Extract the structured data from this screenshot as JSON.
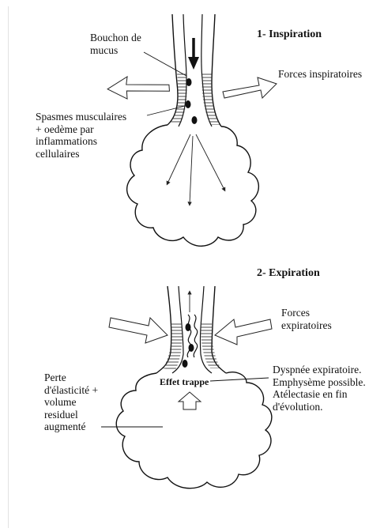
{
  "section1": {
    "title": "1- Inspiration",
    "labels": {
      "mucus_plug": "Bouchon de\nmucus",
      "inspiratory_forces": "Forces inspiratoires",
      "spasms": "Spasmes musculaires\n+ oedème par\ninflammations\ncellulaires"
    }
  },
  "section2": {
    "title": "2- Expiration",
    "labels": {
      "expiratory_forces": "Forces\nexpiratoires",
      "dyspnea": "Dyspnée expiratoire.\nEmphysème possible.\nAtélectasie en fin\nd'évolution.",
      "elasticity_loss": "Perte\nd'élasticité +\nvolume\nresiduel\naugmenté",
      "trap_effect": "Effet trappe"
    }
  }
}
